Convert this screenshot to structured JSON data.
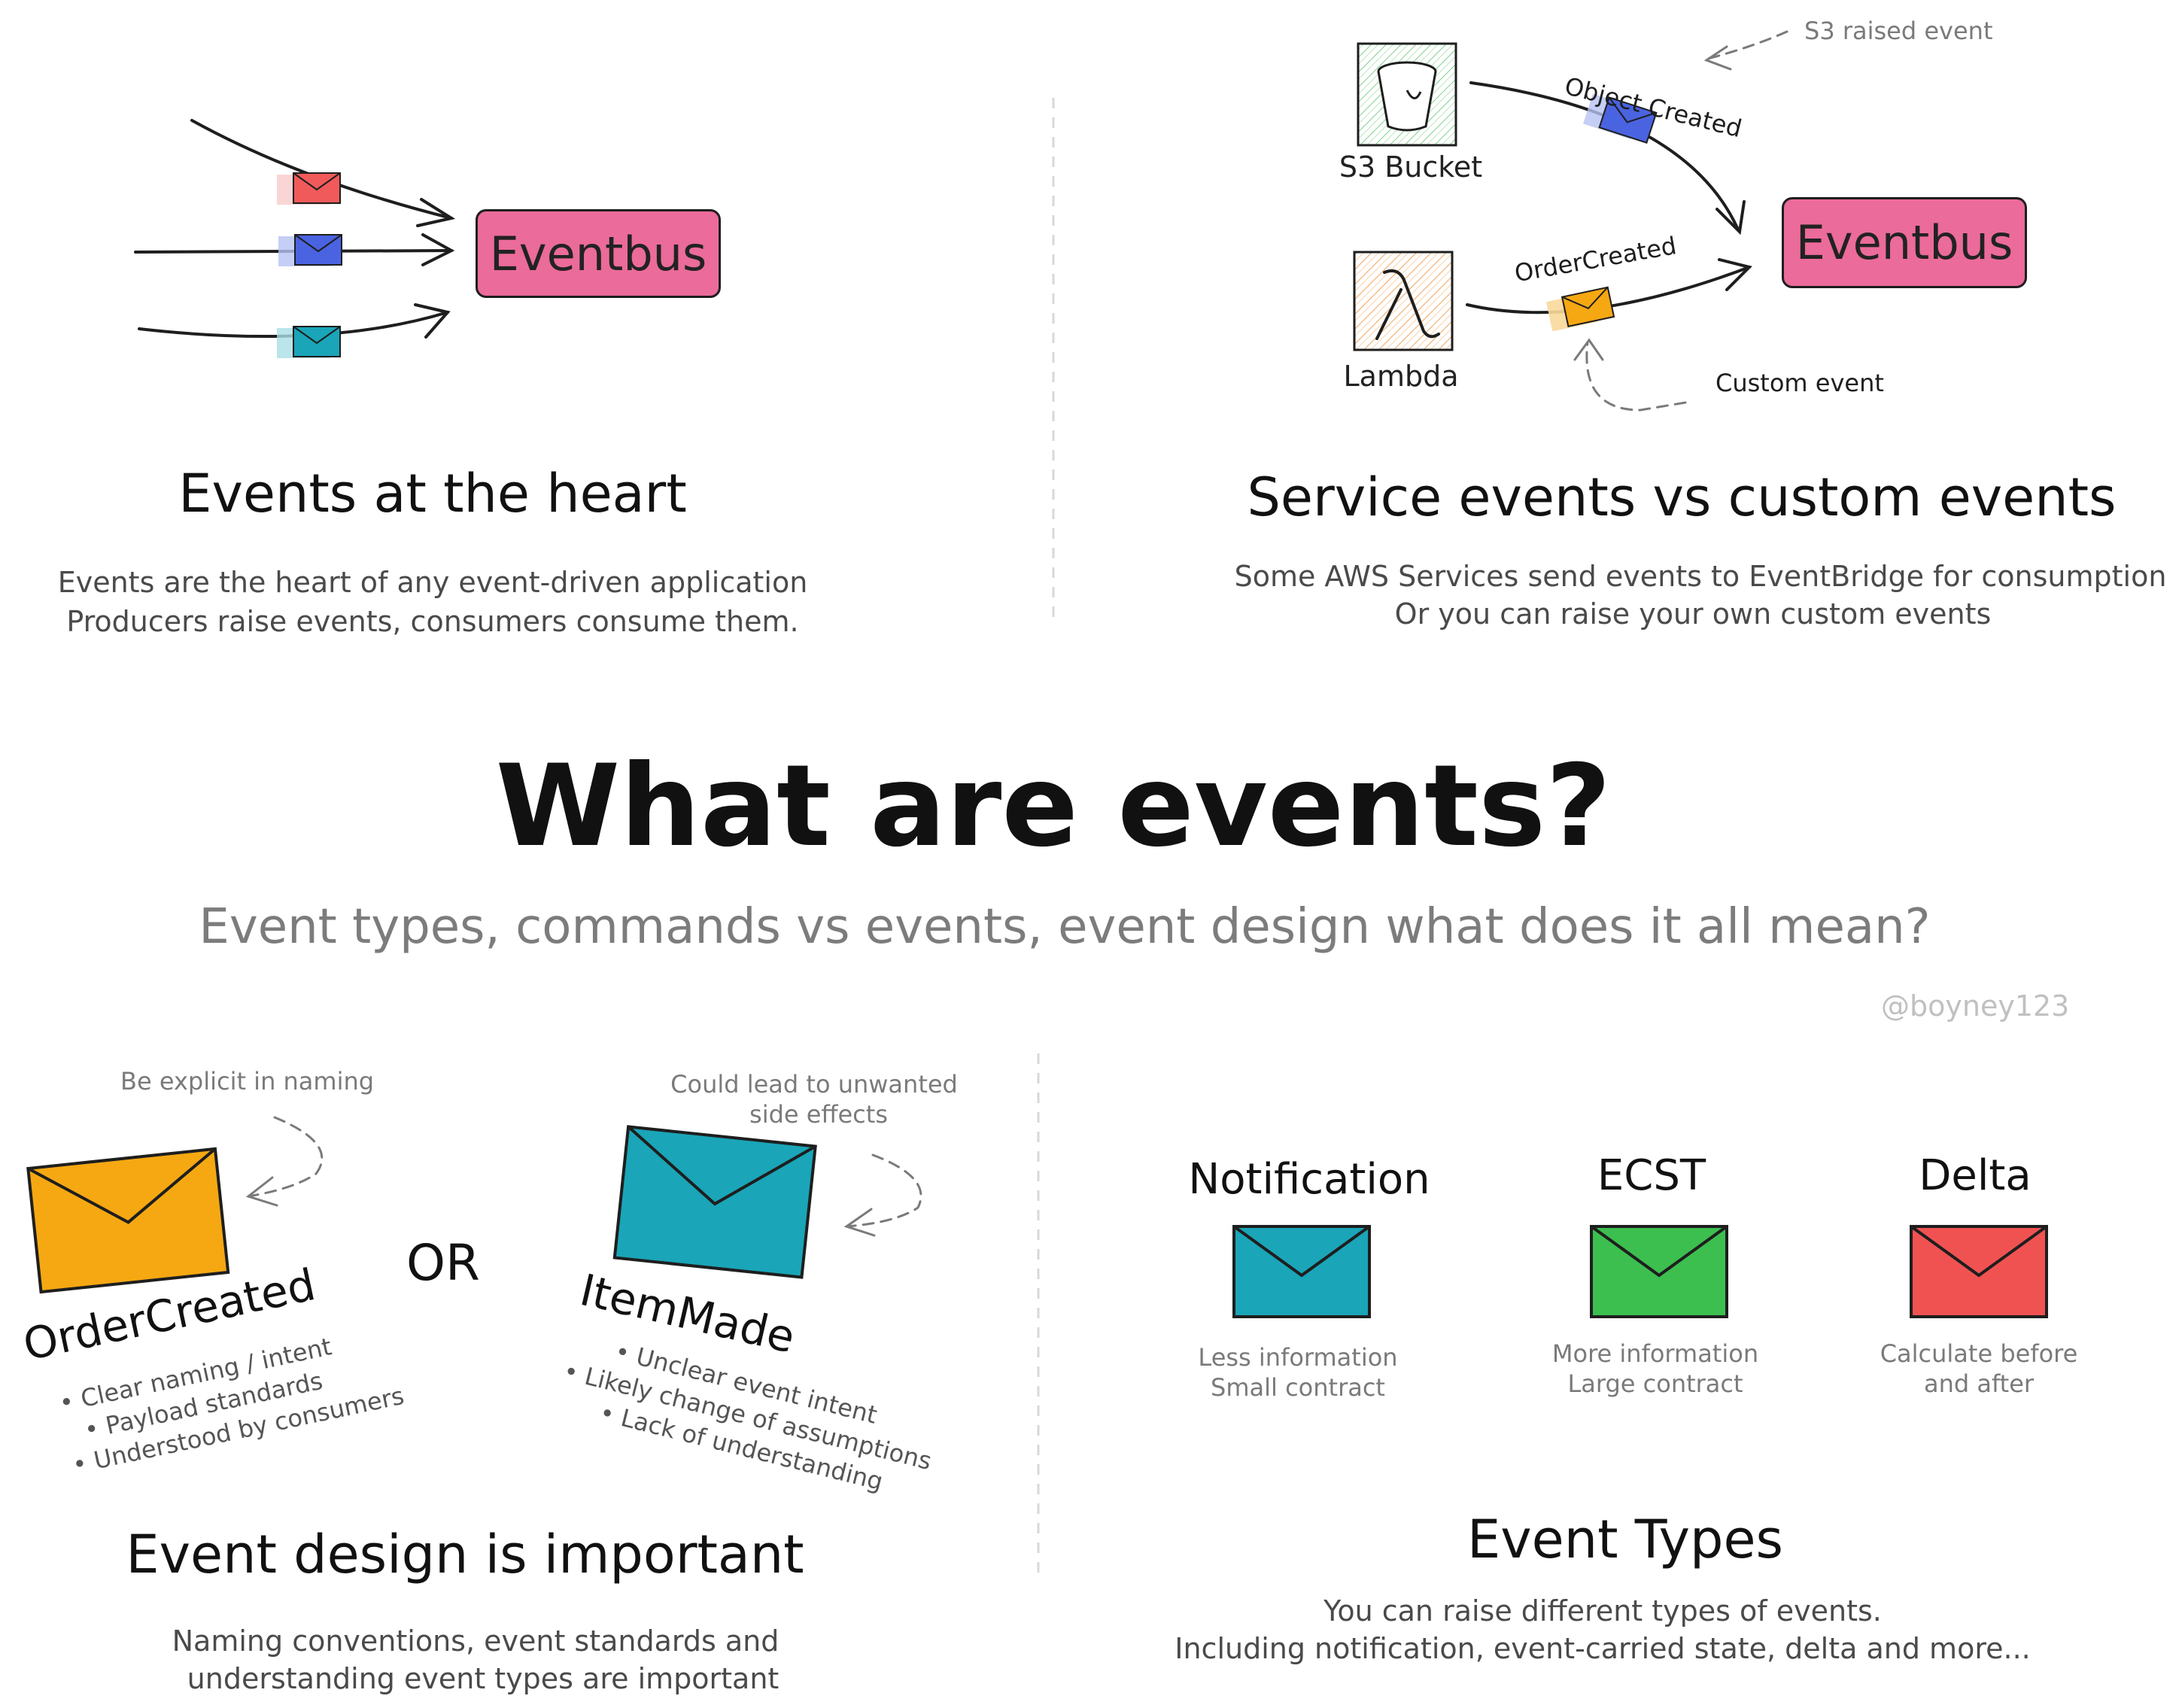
{
  "top_left": {
    "eventbus_label": "Eventbus",
    "heading": "Events at the heart",
    "desc_line1": "Events are the heart of any event-driven application",
    "desc_line2": "Producers raise events, consumers consume them.",
    "envelope_colors": [
      "#f05a5a",
      "#4a63e0",
      "#1aa5b8"
    ]
  },
  "top_right": {
    "s3_label": "S3 Bucket",
    "lambda_label": "Lambda",
    "object_created": "Object Created",
    "s3_raised_event": "S3 raised event",
    "order_created": "OrderCreated",
    "custom_event": "Custom event",
    "eventbus_label": "Eventbus",
    "heading": "Service events vs custom events",
    "desc_line1": "Some AWS Services send events to EventBridge for consumption",
    "desc_line2": "Or you can raise your own custom events"
  },
  "center": {
    "title": "What are events?",
    "subtitle": "Event types, commands vs events, event design what does it all mean?",
    "handle": "@boyney123"
  },
  "bottom_left": {
    "note_left": "Be explicit in naming",
    "note_right_line1": "Could lead to unwanted",
    "note_right_line2": "side effects",
    "or_label": "OR",
    "good_name": "OrderCreated",
    "good_points": [
      "• Clear naming / intent",
      "• Payload standards",
      "• Understood by consumers"
    ],
    "bad_name": "ItemMade",
    "bad_points": [
      "• Unclear event intent",
      "• Likely change of assumptions",
      "• Lack of understanding"
    ],
    "heading": "Event design is important",
    "desc_line1": "Naming conventions, event standards and",
    "desc_line2": "understanding event types are important"
  },
  "bottom_right": {
    "types": [
      {
        "name": "Notification",
        "line1": "Less information",
        "line2": "Small contract",
        "color": "#1aa5b8"
      },
      {
        "name": "ECST",
        "line1": "More information",
        "line2": "Large contract",
        "color": "#3cbf4f"
      },
      {
        "name": "Delta",
        "line1": "Calculate before",
        "line2": "and after",
        "color": "#f05252"
      }
    ],
    "heading": "Event Types",
    "desc_line1": "You can raise different types of events.",
    "desc_line2": "Including notification, event-carried state, delta and more..."
  }
}
